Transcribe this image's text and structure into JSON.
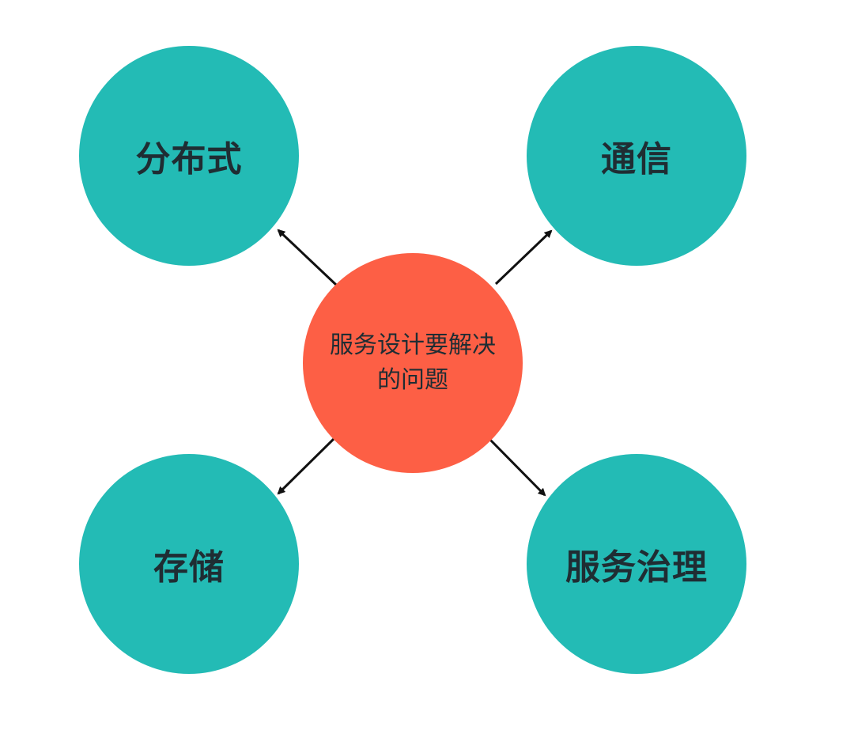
{
  "diagram": {
    "center": {
      "label": "服务设计要解决的问题",
      "color": "#fd5f45"
    },
    "nodes": [
      {
        "id": "distributed",
        "label": "分布式"
      },
      {
        "id": "communication",
        "label": "通信"
      },
      {
        "id": "storage",
        "label": "存储"
      },
      {
        "id": "governance",
        "label": "服务治理"
      }
    ],
    "node_color": "#23bbb5",
    "text_color": "#1f2d33",
    "arrow_color": "#111111"
  }
}
